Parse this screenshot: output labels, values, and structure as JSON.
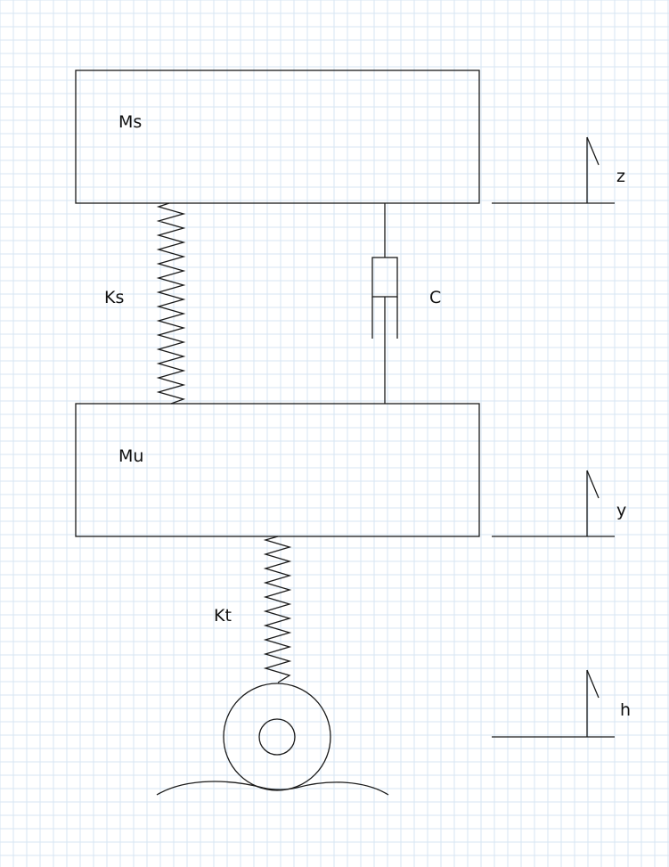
{
  "labels": {
    "sprung_mass": "Ms",
    "unsprung_mass": "Mu",
    "suspension_spring": "Ks",
    "damper": "C",
    "tire_spring": "Kt",
    "body_displacement": "z",
    "wheel_displacement": "y",
    "road_input": "h"
  },
  "colors": {
    "grid": "#d7e6f3",
    "stroke": "#1a1a1a",
    "background": "#ffffff"
  }
}
